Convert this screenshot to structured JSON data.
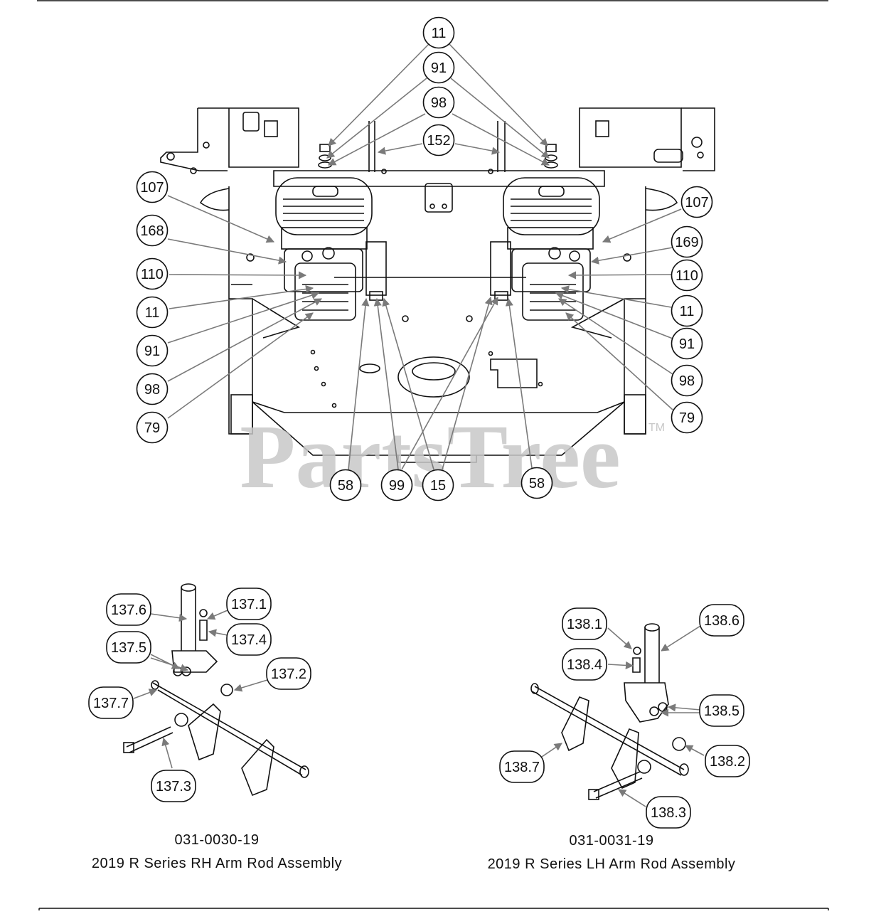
{
  "watermark": {
    "text": "PartsTree",
    "tm": "TM"
  },
  "main_callouts": [
    "11",
    "91",
    "98",
    "152",
    "107",
    "168",
    "110",
    "11",
    "91",
    "98",
    "79",
    "107",
    "169",
    "110",
    "11",
    "91",
    "98",
    "79",
    "58",
    "99",
    "15",
    "58"
  ],
  "rh_assembly": {
    "callouts": [
      "137.6",
      "137.1",
      "137.4",
      "137.5",
      "137.2",
      "137.7",
      "137.3"
    ],
    "code": "031-0030-19",
    "title": "2019 R Series RH Arm Rod Assembly"
  },
  "lh_assembly": {
    "callouts": [
      "138.1",
      "138.6",
      "138.4",
      "138.5",
      "138.7",
      "138.2",
      "138.3"
    ],
    "code": "031-0031-19",
    "title": "2019 R Series LH Arm Rod Assembly"
  },
  "colors": {
    "line": "#111111",
    "arrow": "#7a7a7a",
    "watermark": "#c8c8c8"
  }
}
